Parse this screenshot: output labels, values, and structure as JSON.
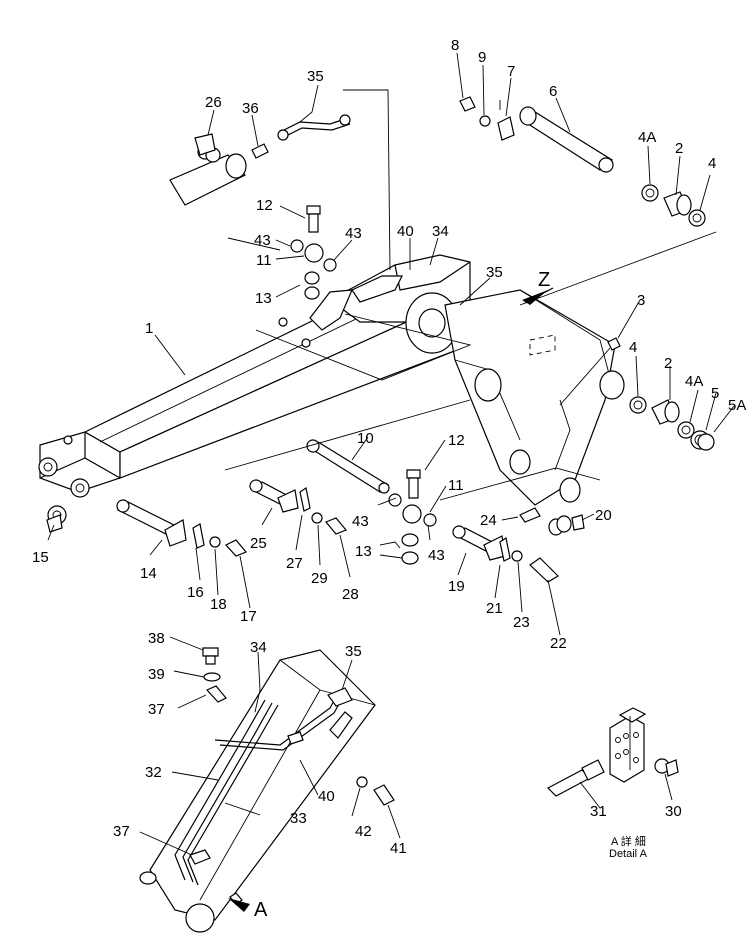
{
  "callouts": [
    {
      "id": "c8",
      "text": "8"
    },
    {
      "id": "c9",
      "text": "9"
    },
    {
      "id": "c7",
      "text": "7"
    },
    {
      "id": "c6",
      "text": "6"
    },
    {
      "id": "c35a",
      "text": "35"
    },
    {
      "id": "c26",
      "text": "26"
    },
    {
      "id": "c36",
      "text": "36"
    },
    {
      "id": "c4a1",
      "text": "4A"
    },
    {
      "id": "c2a",
      "text": "2"
    },
    {
      "id": "c4a",
      "text": "4"
    },
    {
      "id": "c12a",
      "text": "12"
    },
    {
      "id": "c43a",
      "text": "43"
    },
    {
      "id": "c43b",
      "text": "43"
    },
    {
      "id": "c11a",
      "text": "11"
    },
    {
      "id": "c40a",
      "text": "40"
    },
    {
      "id": "c34a",
      "text": "34"
    },
    {
      "id": "c13a",
      "text": "13"
    },
    {
      "id": "c35b",
      "text": "35"
    },
    {
      "id": "cZ",
      "text": "Z"
    },
    {
      "id": "c3",
      "text": "3"
    },
    {
      "id": "c1",
      "text": "1"
    },
    {
      "id": "c4b",
      "text": "4"
    },
    {
      "id": "c2b",
      "text": "2"
    },
    {
      "id": "c4a2",
      "text": "4A"
    },
    {
      "id": "c5",
      "text": "5"
    },
    {
      "id": "c5a",
      "text": "5A"
    },
    {
      "id": "c10",
      "text": "10"
    },
    {
      "id": "c12b",
      "text": "12"
    },
    {
      "id": "c11b",
      "text": "11"
    },
    {
      "id": "c43c",
      "text": "43"
    },
    {
      "id": "c43d",
      "text": "43"
    },
    {
      "id": "c15",
      "text": "15"
    },
    {
      "id": "c14",
      "text": "14"
    },
    {
      "id": "c25",
      "text": "25"
    },
    {
      "id": "c27",
      "text": "27"
    },
    {
      "id": "c29",
      "text": "29"
    },
    {
      "id": "c28",
      "text": "28"
    },
    {
      "id": "c13b",
      "text": "13"
    },
    {
      "id": "c24",
      "text": "24"
    },
    {
      "id": "c20",
      "text": "20"
    },
    {
      "id": "c19",
      "text": "19"
    },
    {
      "id": "c21",
      "text": "21"
    },
    {
      "id": "c23",
      "text": "23"
    },
    {
      "id": "c22",
      "text": "22"
    },
    {
      "id": "c16",
      "text": "16"
    },
    {
      "id": "c18",
      "text": "18"
    },
    {
      "id": "c17",
      "text": "17"
    },
    {
      "id": "c38",
      "text": "38"
    },
    {
      "id": "c34b",
      "text": "34"
    },
    {
      "id": "c35c",
      "text": "35"
    },
    {
      "id": "c39",
      "text": "39"
    },
    {
      "id": "c37a",
      "text": "37"
    },
    {
      "id": "c32",
      "text": "32"
    },
    {
      "id": "c33",
      "text": "33"
    },
    {
      "id": "c40b",
      "text": "40"
    },
    {
      "id": "c42",
      "text": "42"
    },
    {
      "id": "c41",
      "text": "41"
    },
    {
      "id": "c37b",
      "text": "37"
    },
    {
      "id": "cA",
      "text": "A"
    },
    {
      "id": "c31",
      "text": "31"
    },
    {
      "id": "c30",
      "text": "30"
    }
  ],
  "detail_label": {
    "line1": "A 詳 細",
    "line2": "Detail A"
  }
}
